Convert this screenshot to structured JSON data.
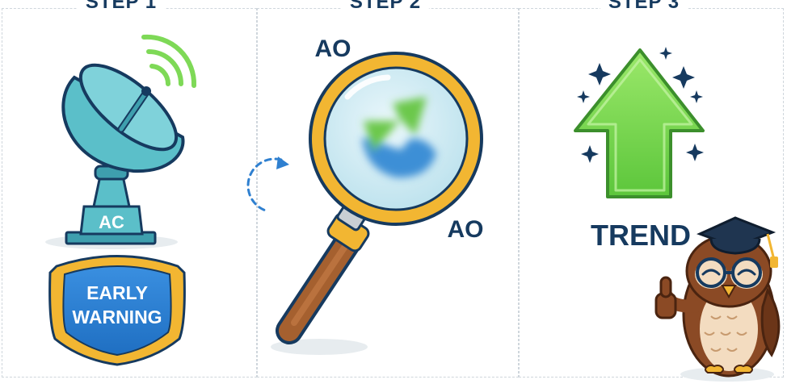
{
  "steps": [
    {
      "label": "STEP 1"
    },
    {
      "label": "STEP 2"
    },
    {
      "label": "STEP 3"
    }
  ],
  "step1": {
    "dish_base_label": "AC",
    "badge_line1": "EARLY",
    "badge_line2": "WARNING"
  },
  "step2": {
    "label_top": "AO",
    "label_bottom": "AO"
  },
  "step3": {
    "trend_label": "TREND"
  },
  "colors": {
    "navy": "#163a5f",
    "teal": "#5bbfc9",
    "green": "#7ed957",
    "gold": "#f2b632",
    "blue": "#2f80d0",
    "brown": "#8b4a25"
  }
}
